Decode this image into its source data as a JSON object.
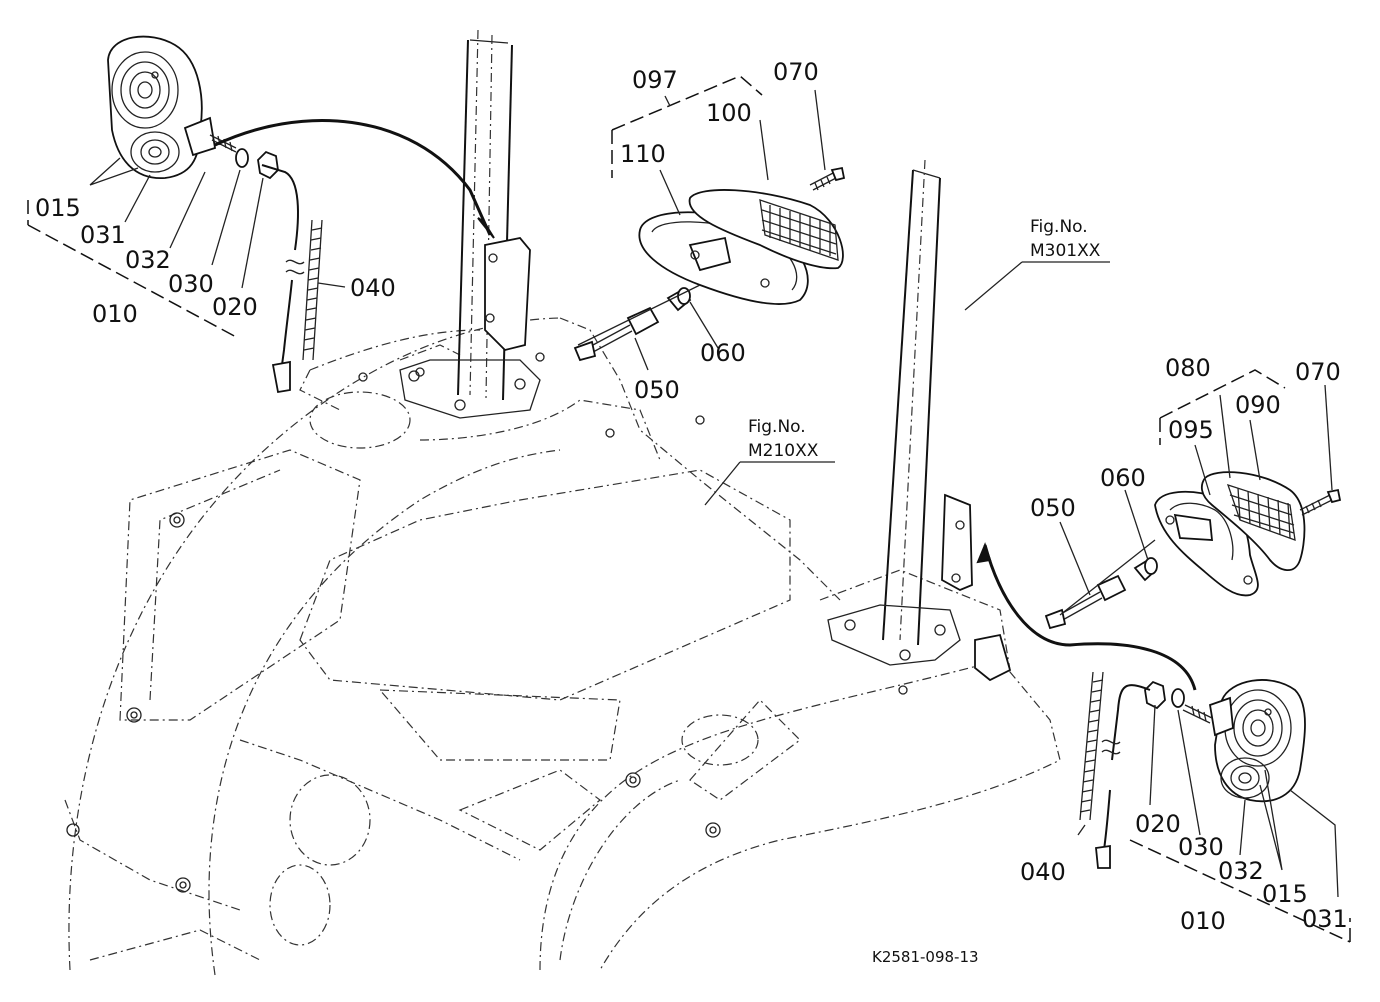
{
  "diagram": {
    "reference_code": "K2581-098-13",
    "figure_refs": [
      {
        "line1": "Fig.No.",
        "line2": "M301XX"
      },
      {
        "line1": "Fig.No.",
        "line2": "M210XX"
      }
    ],
    "left_lamp_labels": {
      "p015": "015",
      "p031": "031",
      "p032": "032",
      "p030": "030",
      "p020": "020",
      "p010": "010",
      "p040": "040"
    },
    "top_lamp_labels": {
      "p097": "097",
      "p070": "070",
      "p100": "100",
      "p110": "110",
      "p050": "050",
      "p060": "060"
    },
    "right_side_labels": {
      "p080": "080",
      "p070": "070",
      "p095": "095",
      "p090": "090",
      "p050": "050",
      "p060": "060"
    },
    "right_lamp_labels": {
      "p040": "040",
      "p020": "020",
      "p030": "030",
      "p032": "032",
      "p015": "015",
      "p031": "031",
      "p010": "010"
    }
  }
}
